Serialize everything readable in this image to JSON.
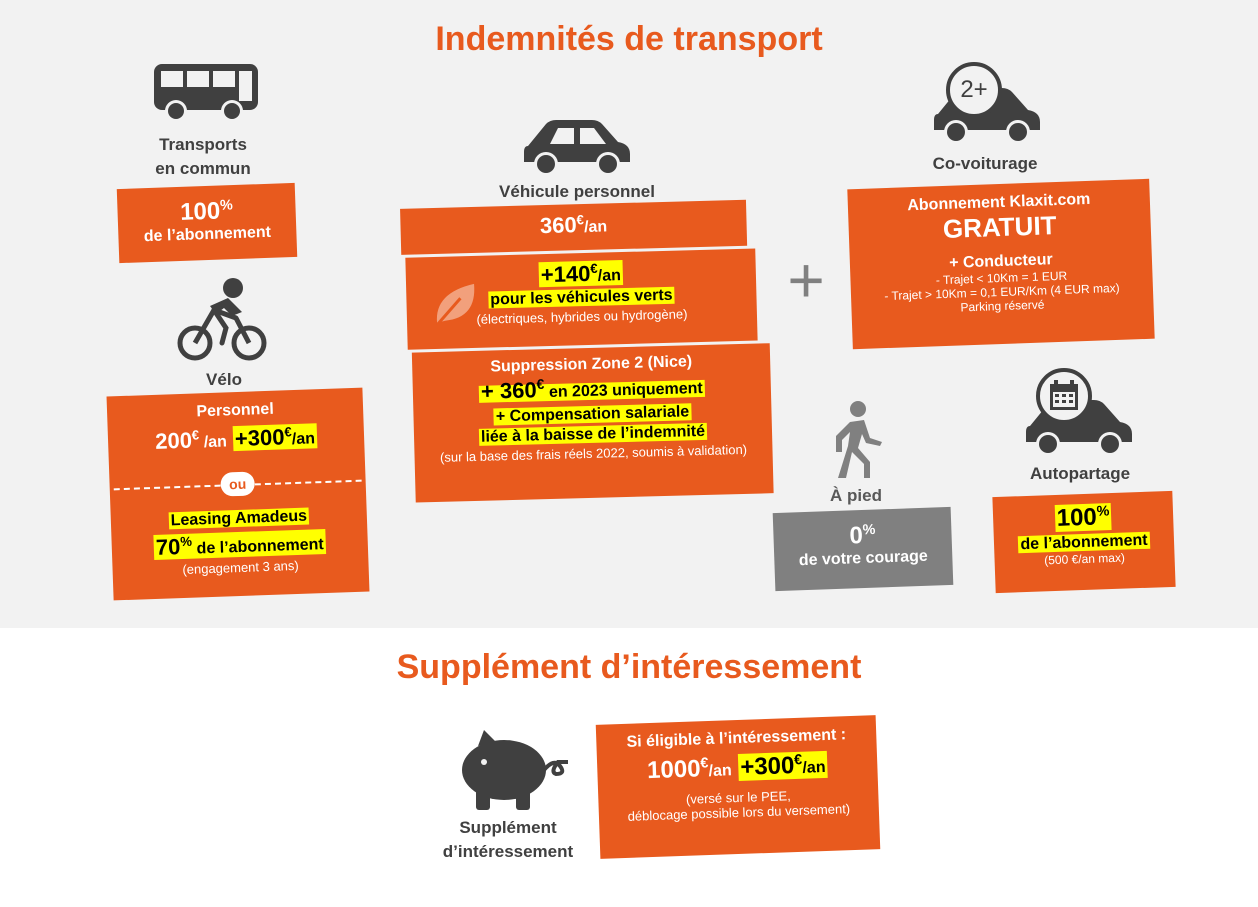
{
  "titles": {
    "main": "Indemnités de transport",
    "supplement": "Supplément d’intéressement"
  },
  "transports": {
    "label_line1": "Transports",
    "label_line2": "en commun",
    "pct": "100",
    "pct_sup": "%",
    "sub": "de l’abonnement"
  },
  "velo": {
    "label": "Vélo",
    "personnel": "Personnel",
    "amount": "200",
    "amount_sup": "€",
    "amount_unit": " /an",
    "bonus": "+300",
    "bonus_sup": "€",
    "bonus_unit": "/an",
    "or": "ou",
    "leasing": "Leasing Amadeus",
    "leasing_pct": "70",
    "leasing_pct_sup": "%",
    "leasing_sub": " de l’abonnement",
    "engagement": "(engagement 3 ans)"
  },
  "vehicule": {
    "label": "Véhicule personnel",
    "amount": "360",
    "amount_sup": "€",
    "amount_unit": "/an",
    "green_amount": "+140",
    "green_sup": "€",
    "green_unit": "/an",
    "green_label": "pour les véhicules verts",
    "green_note": "(électriques, hybrides ou hydrogène)",
    "zone_title": "Suppression Zone 2 (Nice)",
    "zone_amount": "+ 360",
    "zone_sup": "€",
    "zone_only": " en 2023 uniquement",
    "zone_comp1": "+ Compensation salariale",
    "zone_comp2": "liée à la baisse de l’indemnité",
    "zone_note": "(sur la base des frais réels 2022, soumis à validation)"
  },
  "plus_sign": "+",
  "covoit": {
    "icon_text": "2+",
    "label": "Co-voiturage",
    "subscription": "Abonnement Klaxit.com",
    "free": "GRATUIT",
    "driver": "+ Conducteur",
    "rule1": "- Trajet < 10Km = 1 EUR",
    "rule2": "- Trajet > 10Km = 0,1 EUR/Km (4 EUR max)",
    "parking": "Parking réservé"
  },
  "pied": {
    "label": "À pied",
    "pct": "0",
    "pct_sup": "%",
    "sub": "de votre courage"
  },
  "autopartage": {
    "label": "Autopartage",
    "pct": "100",
    "pct_sup": "%",
    "sub": "de l’abonnement",
    "note": "(500 €/an max)"
  },
  "interessement": {
    "label_line1": "Supplément",
    "label_line2": "d’intéressement",
    "eligible": "Si éligible à l’intéressement :",
    "amount": "1000",
    "amount_sup": "€",
    "amount_unit": "/an",
    "bonus": "+300",
    "bonus_sup": "€",
    "bonus_unit": "/an",
    "note1": "(versé sur le PEE,",
    "note2": "déblocage possible lors du versement)"
  },
  "colors": {
    "accent": "#e85a1e",
    "highlight": "#ffff00",
    "icon": "#404040",
    "gray_box": "#808080",
    "background": "#f2f2f2"
  }
}
